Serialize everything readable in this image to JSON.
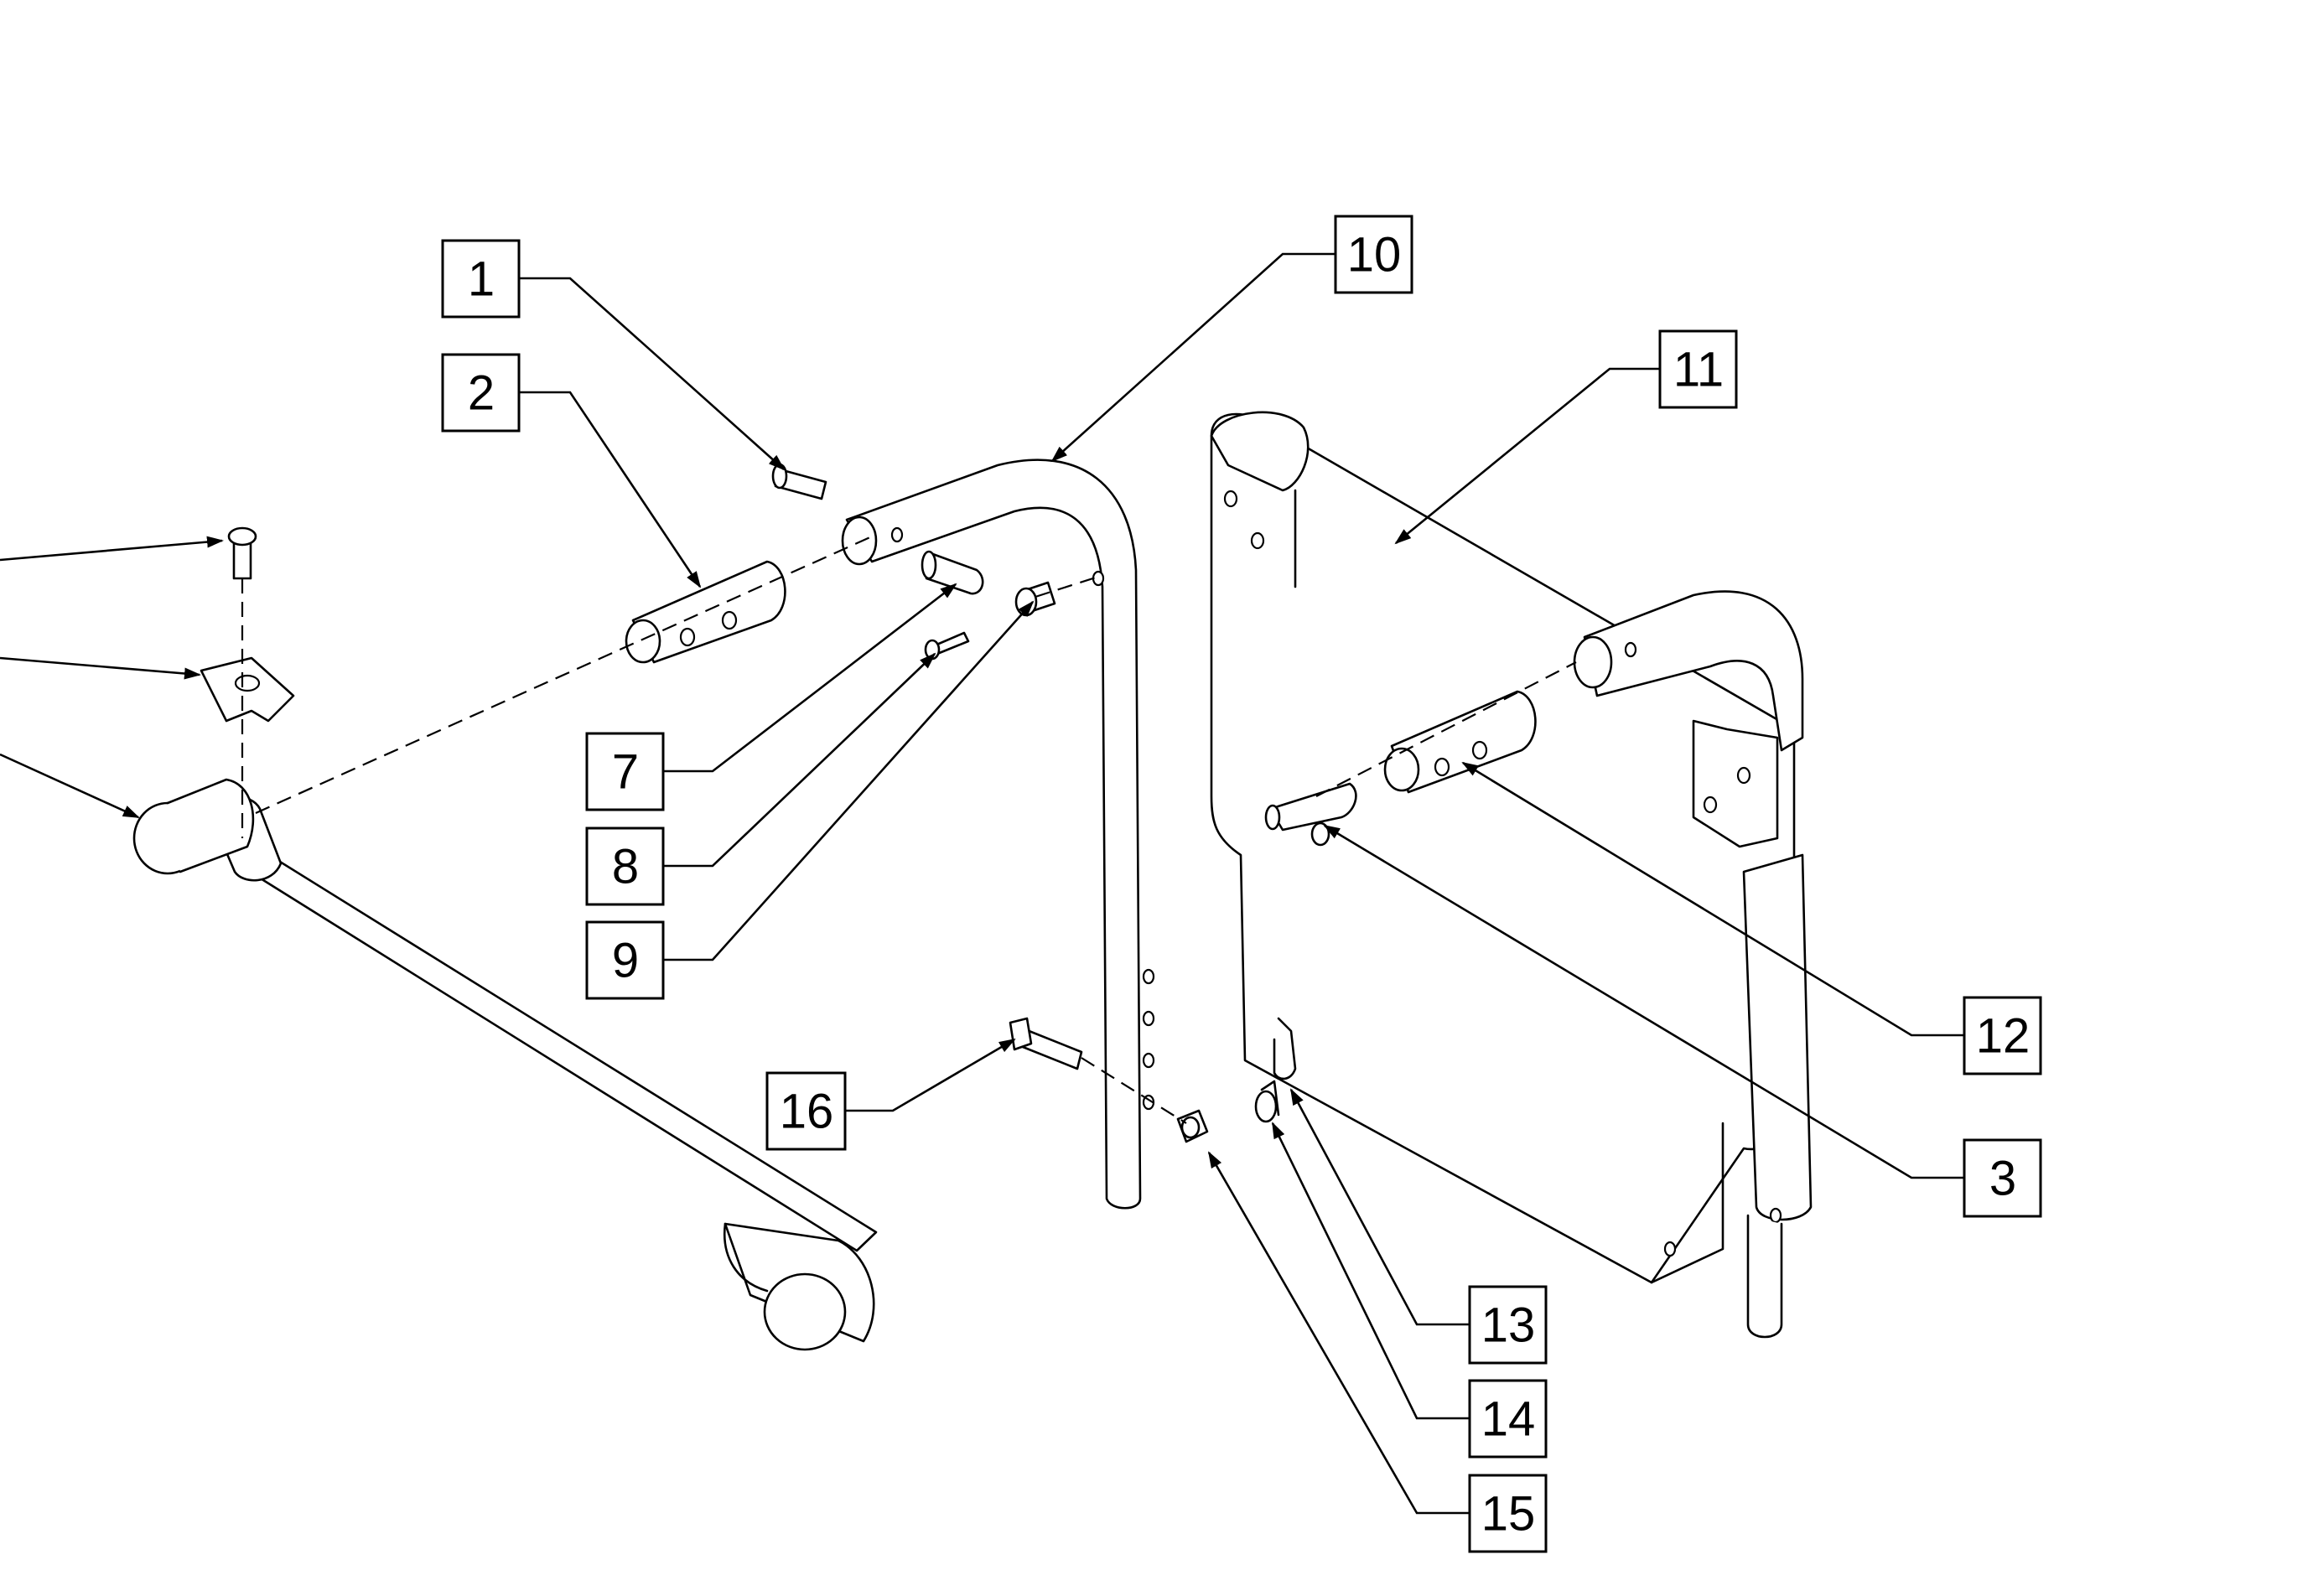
{
  "callouts": {
    "c1": "1",
    "c2": "2",
    "c3": "3",
    "c7": "7",
    "c8": "8",
    "c9": "9",
    "c10": "10",
    "c11": "11",
    "c12": "12",
    "c13": "13",
    "c14": "14",
    "c15": "15",
    "c16": "16"
  }
}
